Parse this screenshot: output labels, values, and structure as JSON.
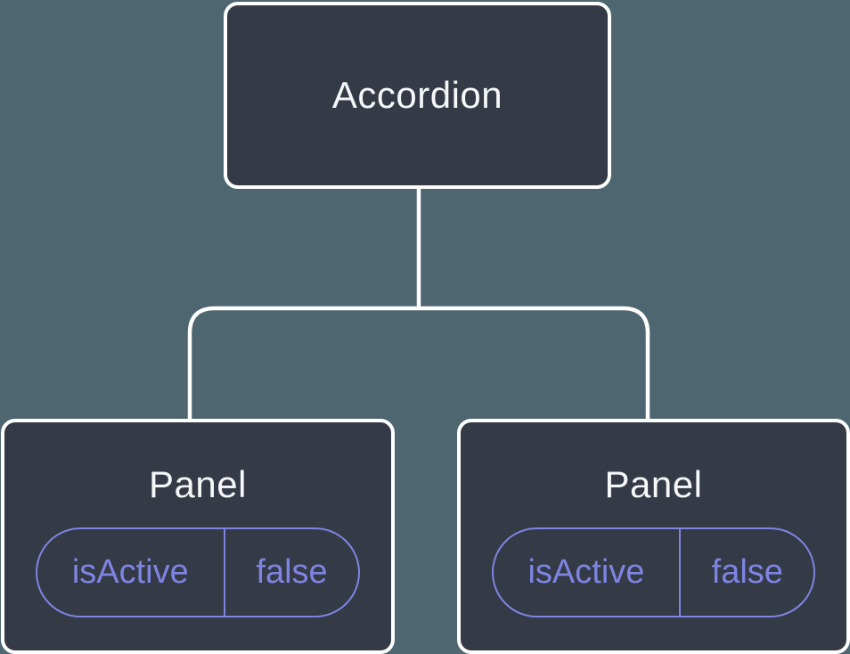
{
  "diagram": {
    "type": "component-tree",
    "colors": {
      "background": "#4D6670",
      "node_fill": "#343A46",
      "node_border": "#FFFFFF",
      "connector": "#FFFFFF",
      "accent": "#7E84E2",
      "title_text": "#F6F7F9"
    },
    "root": {
      "label": "Accordion"
    },
    "children": [
      {
        "label": "Panel",
        "state": {
          "key": "isActive",
          "value": "false"
        }
      },
      {
        "label": "Panel",
        "state": {
          "key": "isActive",
          "value": "false"
        }
      }
    ]
  }
}
